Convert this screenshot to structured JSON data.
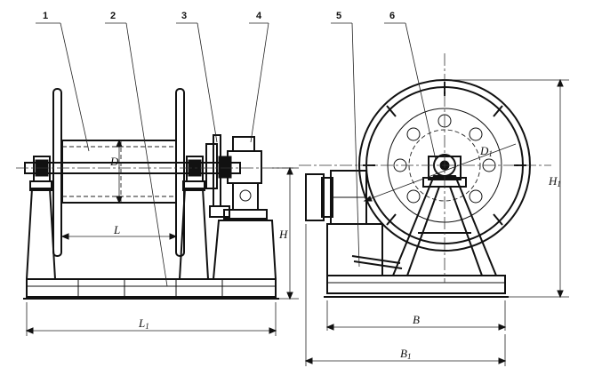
{
  "callouts": [
    "1",
    "2",
    "3",
    "4",
    "5",
    "6"
  ],
  "dimensions": {
    "D": "D",
    "L": "L",
    "L1": "L",
    "L1_sub": "1",
    "H": "H",
    "H1": "H",
    "H1_sub": "1",
    "B": "B",
    "B1": "B",
    "B1_sub": "1",
    "D1": "D",
    "D1_sub": "1"
  }
}
